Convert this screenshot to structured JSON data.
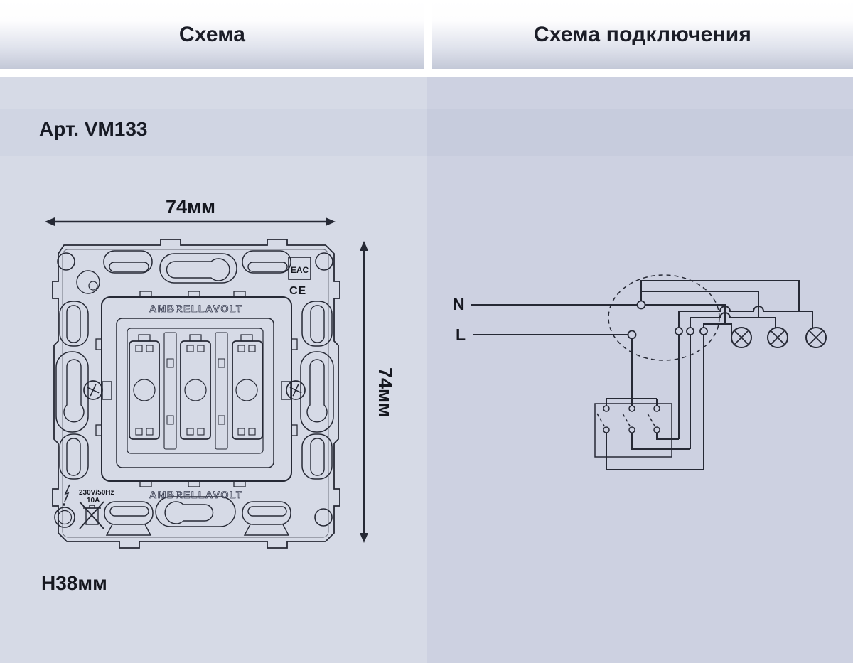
{
  "panels": {
    "left": {
      "header": "Схема"
    },
    "right": {
      "header": "Схема подключения"
    }
  },
  "article": {
    "label": "Арт. VM133"
  },
  "mechanism": {
    "width_label": "74мм",
    "height_label": "74мм",
    "depth_label": "Н38мм",
    "brand": "AMBRELLAVOLT",
    "eac_mark": "EAC",
    "ce_mark": "CE",
    "rating_voltage": "230V/50Hz",
    "rating_current": "10A",
    "gang_count": 3
  },
  "wiring": {
    "neutral_label": "N",
    "line_label": "L",
    "lamp_count": 3,
    "switch_gang_count": 3
  },
  "colors": {
    "line": "#262935",
    "left_bg": "#d6dae6",
    "right_bg": "#cdd1e1",
    "band_left": "#d0d5e3",
    "band_right": "#c7ccdd",
    "header_gradient_end": "#c3c8d7",
    "text": "#15171f"
  }
}
